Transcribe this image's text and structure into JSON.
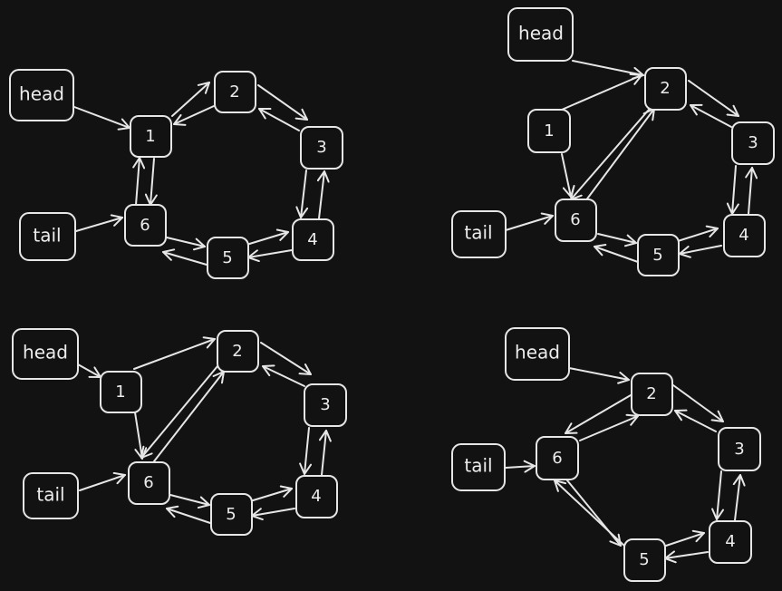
{
  "diagrams": [
    {
      "head_label": "head",
      "tail_label": "tail",
      "nodes": [
        "1",
        "2",
        "3",
        "4",
        "5",
        "6"
      ]
    },
    {
      "head_label": "head",
      "tail_label": "tail",
      "nodes": [
        "1",
        "2",
        "3",
        "4",
        "5",
        "6"
      ]
    },
    {
      "head_label": "head",
      "tail_label": "tail",
      "nodes": [
        "1",
        "2",
        "3",
        "4",
        "5",
        "6"
      ]
    },
    {
      "head_label": "head",
      "tail_label": "tail",
      "nodes": [
        "2",
        "3",
        "4",
        "5",
        "6"
      ]
    }
  ],
  "colors": {
    "background": "#121212",
    "stroke": "#e6e6e6",
    "text": "#ececec"
  }
}
